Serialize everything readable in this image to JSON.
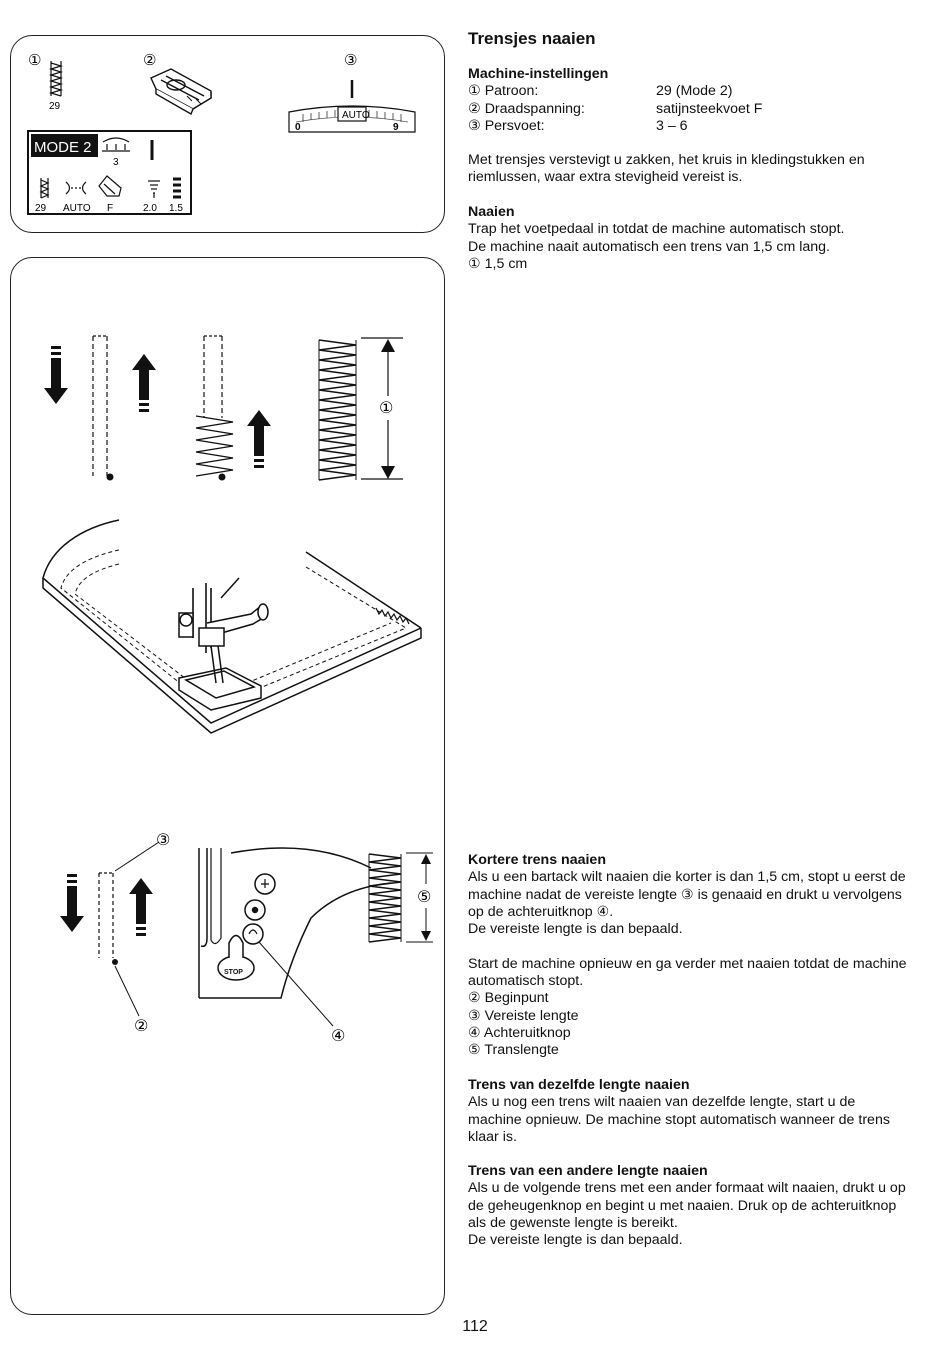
{
  "title": "Trensjes naaien",
  "settings": {
    "heading": "Machine-instellingen",
    "rows": [
      {
        "marker": "①",
        "label": "Patroon:",
        "value": "29 (Mode 2)"
      },
      {
        "marker": "②",
        "label": "Draadspanning:",
        "value": "satijnsteekvoet F"
      },
      {
        "marker": "③",
        "label": "Persvoet:",
        "value": "3 – 6"
      }
    ]
  },
  "intro": "Met trensjes verstevigt u zakken, het kruis in kledingstukken en riemlussen, waar extra stevigheid vereist is.",
  "sewing": {
    "heading": "Naaien",
    "line1": "Trap het voetpedaal in totdat de machine automatisch stopt.",
    "line2": "De machine naait automatisch een trens van 1,5 cm lang.",
    "item": "① 1,5 cm"
  },
  "shorter": {
    "heading": "Kortere trens naaien",
    "body": "Als u een bartack wilt naaien die korter is dan 1,5 cm, stopt u eerst de machine nadat de vereiste lengte ③ is genaaid en drukt u vervolgens op de achteruitknop ④.",
    "line2": "De vereiste lengte is dan bepaald.",
    "restart": "Start de machine opnieuw en ga verder met naaien totdat de machine automatisch stopt.",
    "items": [
      "② Beginpunt",
      "③ Vereiste lengte",
      "④ Achteruitknop",
      "⑤ Translengte"
    ]
  },
  "same": {
    "heading": "Trens van dezelfde lengte naaien",
    "body": "Als u nog een trens wilt naaien van dezelfde lengte, start u de machine opnieuw. De machine stopt automatisch wanneer de trens klaar is."
  },
  "other": {
    "heading": "Trens van een andere lengte naaien",
    "body": "Als u de volgende trens met een ander formaat wilt naaien, drukt u op de geheugenknop en begint u met naaien. Druk op de achteruitknop als de gewenste lengte is bereikt.",
    "line2": "De vereiste lengte is dan bepaald."
  },
  "figure_top": {
    "markers": [
      "①",
      "②",
      "③"
    ],
    "pattern_number": "29",
    "dial": {
      "min": "0",
      "max": "9",
      "label": "AUTO"
    },
    "lcd": {
      "mode": "MODE 2",
      "foot_value": "3",
      "values": [
        "29",
        "AUTO",
        "F",
        "2.0",
        "1.5"
      ]
    }
  },
  "figure_main": {
    "markers": [
      "①",
      "②",
      "③",
      "④",
      "⑤"
    ],
    "stop_label": "STOP"
  },
  "page_number": "112"
}
